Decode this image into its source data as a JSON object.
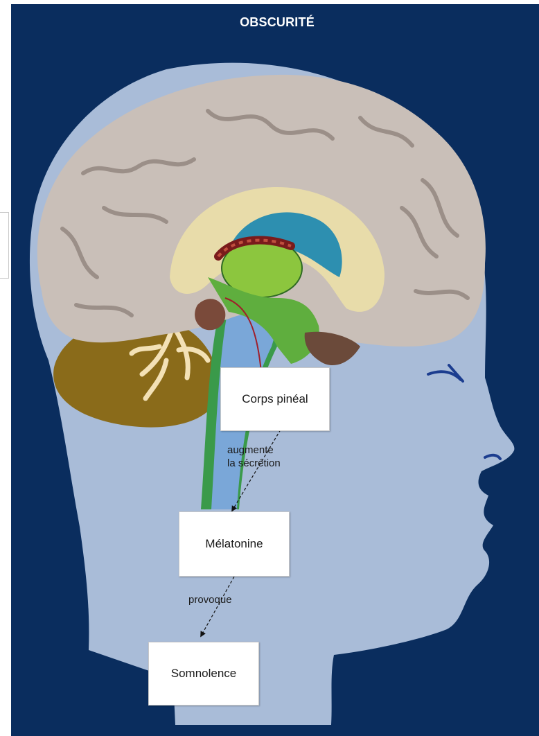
{
  "title": "OBSCURITÉ",
  "nodes": {
    "pineal": "Corps pinéal",
    "melatonine": "Mélatonine",
    "somnolence": "Somnolence"
  },
  "edges": {
    "augmente_line1": "augmente",
    "augmente_line2": "la sécrétion",
    "provoque": "provoque"
  },
  "colors": {
    "background": "#0a2d5e",
    "head": "#a9bcd8",
    "cortex": "#c9bfb8",
    "cerebellum": "#8a6b1a",
    "corpus_callosum": "#e8dcaa",
    "ventricle": "#2d8fb0",
    "thalamus": "#8cc63e",
    "brainstem": "#7aa7d8",
    "pineal_arrow": "#a01e2a"
  }
}
